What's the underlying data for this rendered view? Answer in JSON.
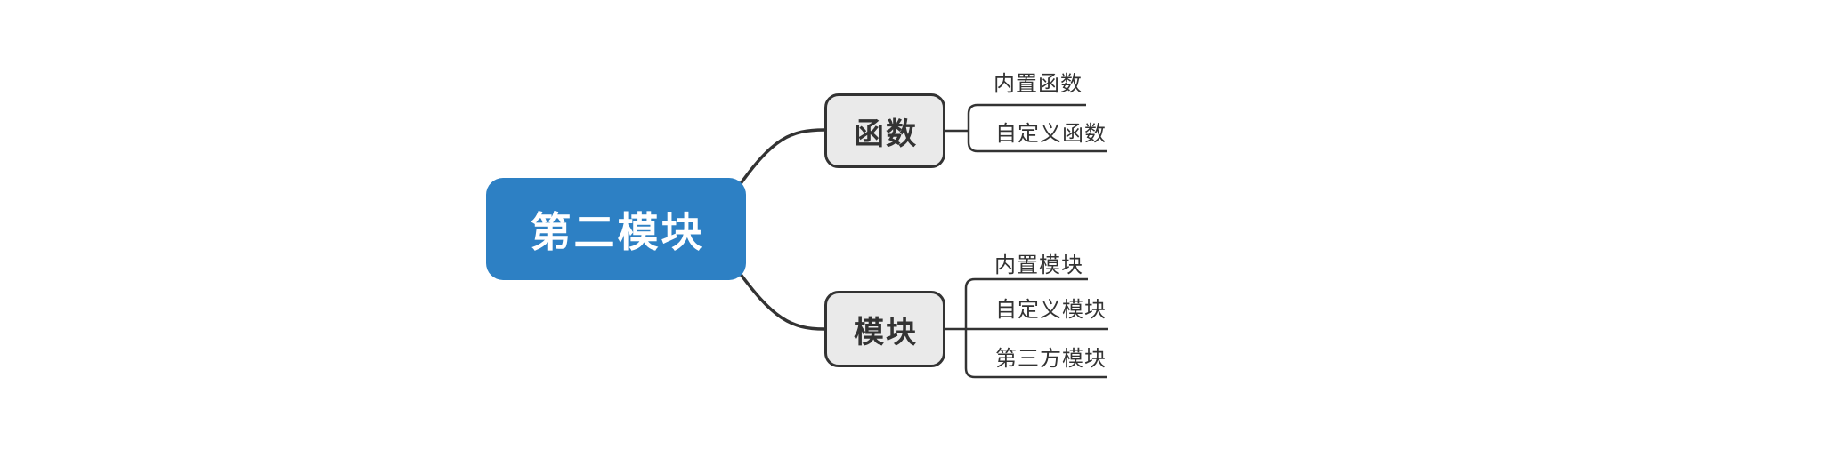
{
  "mindmap": {
    "root": {
      "label": "第二模块"
    },
    "branches": [
      {
        "label": "函数",
        "children": [
          {
            "label": "内置函数"
          },
          {
            "label": "自定义函数"
          }
        ]
      },
      {
        "label": "模块",
        "children": [
          {
            "label": "内置模块"
          },
          {
            "label": "自定义模块"
          },
          {
            "label": "第三方模块"
          }
        ]
      }
    ],
    "style": {
      "background": "#FFFFFF",
      "root_fill": "#2D80C4",
      "root_text_color": "#FFFFFF",
      "branch_fill": "#EAEAEA",
      "branch_border_color": "#333333",
      "connector_color": "#333333",
      "leaf_text_color": "#333333"
    }
  }
}
